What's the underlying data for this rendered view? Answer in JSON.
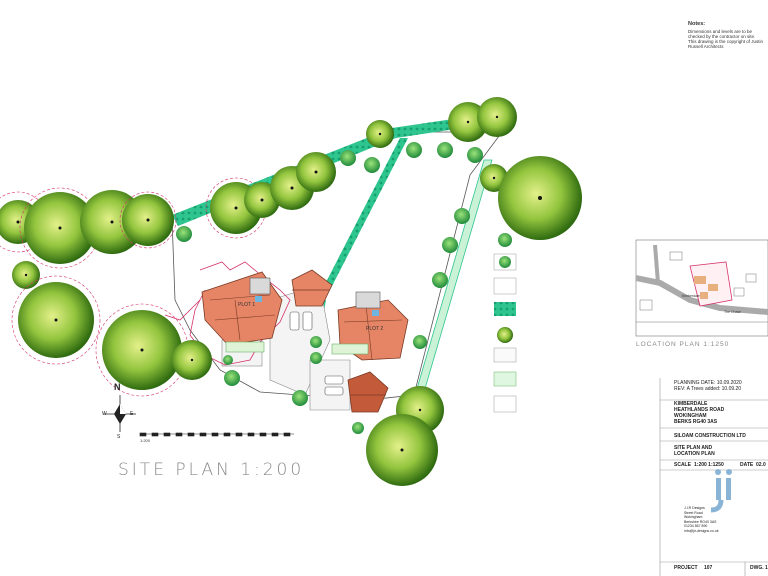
{
  "site_title": "SITE PLAN 1:200",
  "scale_bar_label": "1:200",
  "compass": {
    "n": "N",
    "s": "S",
    "e": "E",
    "w": "W"
  },
  "plots": [
    {
      "label": "PLOT 1"
    },
    {
      "label": "PLOT 2"
    }
  ],
  "notes": {
    "heading": "Notes:",
    "lines": [
      "Dimensions and levels are to be checked by the contractor on site.",
      "This drawing is the copyright of Justin Russell Architects"
    ]
  },
  "location_plan": {
    "title": "LOCATION PLAN 1:1250",
    "labels": [
      "Kimberdale",
      "The Chase"
    ]
  },
  "title_block": {
    "status_line1": "PLANNING   DATE: 10.09.2020",
    "status_line2": "REV: A   Trees added: 10.09.20",
    "address": [
      "KIMBERDALE",
      "HEATHLANDS ROAD",
      "WOKINGHAM",
      "BERKS  RG40 3AS"
    ],
    "client": "SILOAM CONSTRUCTION LTD",
    "drawing_title": [
      "SITE PLAN AND",
      "LOCATION PLAN"
    ],
    "scale_label": "SCALE",
    "scale_value": "1:200 1:1250",
    "date_label": "DATE",
    "date_value": "02.0",
    "logo": "ji",
    "firm_address": [
      "J.I.R Designs",
      "Street Road",
      "Wokingham",
      "Berkshire RG40 3AS",
      "01234 567 890",
      "info@jir-designs.co.uk"
    ],
    "project_label": "PROJECT",
    "project_value": "107",
    "dwg_label": "DWG. 1"
  },
  "colors": {
    "tree_dark": "#3f7d12",
    "tree_light": "#c6e06a",
    "roof": "#e07a55",
    "hedge": "#1fbf8a",
    "boundary": "#d6336c"
  }
}
